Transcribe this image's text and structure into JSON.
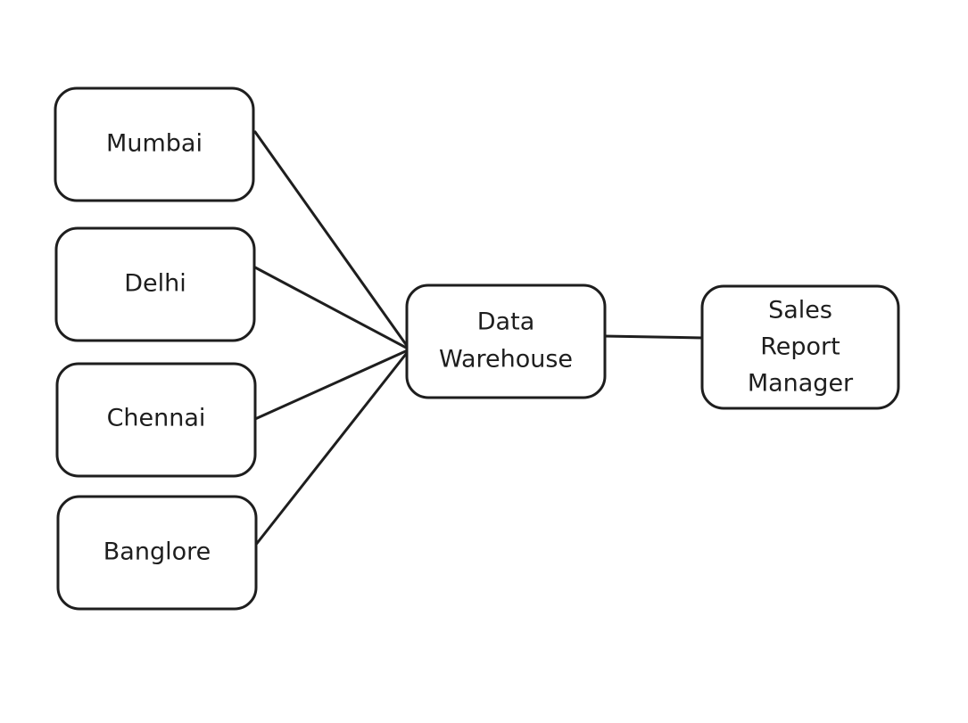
{
  "diagram": {
    "sources": [
      {
        "id": "mumbai",
        "label": "Mumbai"
      },
      {
        "id": "delhi",
        "label": "Delhi"
      },
      {
        "id": "chennai",
        "label": "Chennai"
      },
      {
        "id": "banglore",
        "label": "Banglore"
      }
    ],
    "warehouse": {
      "lines": [
        "Data",
        "Warehouse"
      ]
    },
    "manager": {
      "lines": [
        "Sales",
        "Report",
        "Manager"
      ]
    },
    "colors": {
      "stroke": "#1e1e1e",
      "fill": "#ffffff",
      "background": "#ffffff"
    },
    "edges": [
      {
        "from": "mumbai",
        "to": "warehouse"
      },
      {
        "from": "delhi",
        "to": "warehouse"
      },
      {
        "from": "chennai",
        "to": "warehouse"
      },
      {
        "from": "banglore",
        "to": "warehouse"
      },
      {
        "from": "warehouse",
        "to": "manager"
      }
    ]
  }
}
